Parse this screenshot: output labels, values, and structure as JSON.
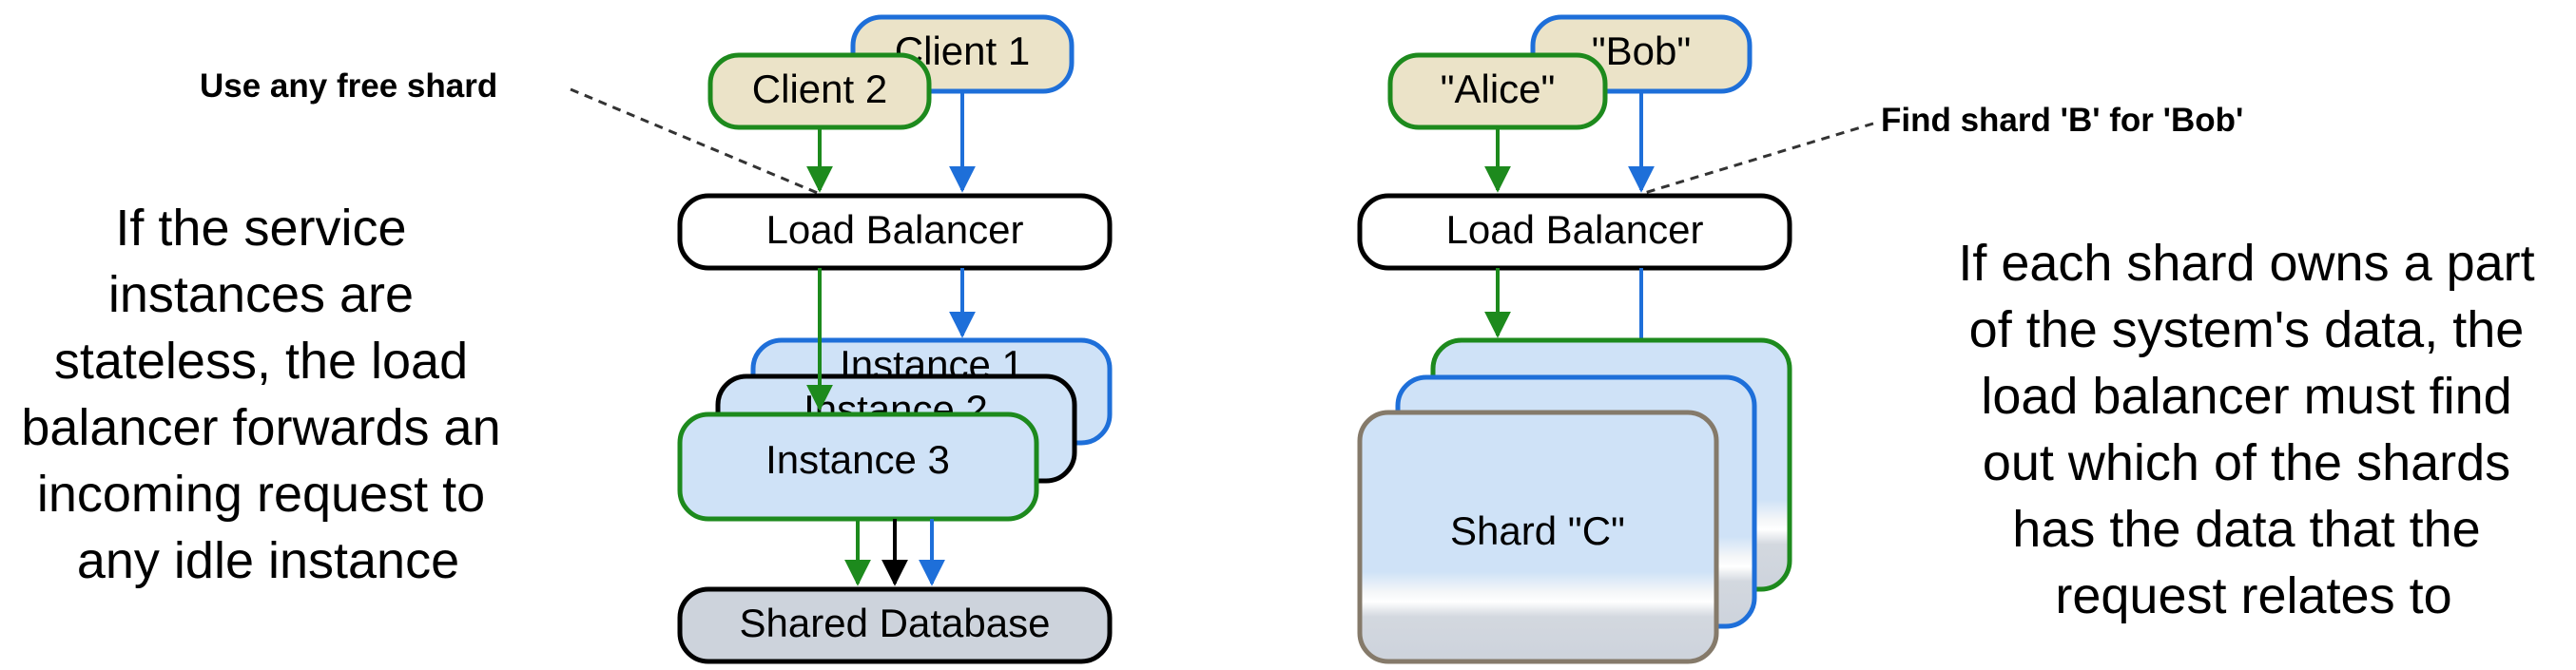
{
  "left": {
    "description": [
      "If the service",
      "instances are",
      "stateless, the load",
      "balancer forwards an",
      "incoming request to",
      "any idle instance"
    ],
    "note": "Use any free shard",
    "client_1": "Client 1",
    "client_2": "Client 2",
    "load_balancer": "Load Balancer",
    "instance_1": "Instance 1",
    "instance_2": "Instance 2",
    "instance_3": "Instance 3",
    "database": "Shared Database"
  },
  "right": {
    "description": [
      "If each shard owns a part",
      "of the system's data, the",
      "load balancer must find",
      "out which of the shards",
      "has the data that the",
      "request relates to"
    ],
    "note": "Find shard 'B' for 'Bob'",
    "client_bob": "\"Bob\"",
    "client_alice": "\"Alice\"",
    "load_balancer": "Load Balancer",
    "shard_c": "Shard \"C\""
  },
  "colors": {
    "blue": "#1e6fd9",
    "green": "#1d8a1d",
    "black": "#000000",
    "client_fill": "#ebe3c8",
    "instance_fill": "#cfe2f7",
    "database_fill": "#cdd3dc",
    "shard_border": "#857a6a"
  }
}
